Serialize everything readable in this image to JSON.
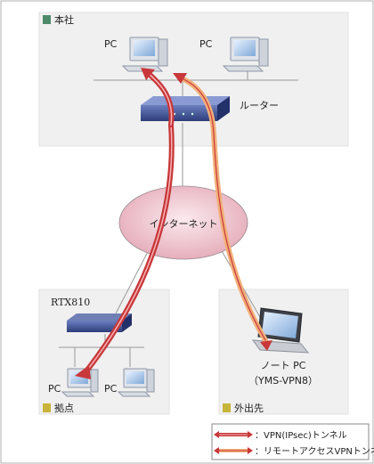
{
  "zones": {
    "hq": "本社",
    "branch": "拠点",
    "remote": "外出先"
  },
  "devices": {
    "hq_pc1": "PC",
    "hq_pc2": "PC",
    "router": "ルーター",
    "internet": "インターネット",
    "rtx": "RTX810",
    "branch_pc1": "PC",
    "branch_pc2": "PC",
    "laptop_line1": "ノート PC",
    "laptop_line2": "（YMS-VPN8）"
  },
  "legend": {
    "ipsec": "：VPN(IPsec)トンネル",
    "remote_access": "：リモートアクセスVPNトンネル"
  },
  "colors": {
    "ipsec_tunnel": "#c8373a",
    "remote_tunnel": "#f2b07a",
    "zone_fill": "#f0f0f0",
    "hq_tag": "#4d8a6a",
    "branch_tag": "#c8b43a"
  }
}
